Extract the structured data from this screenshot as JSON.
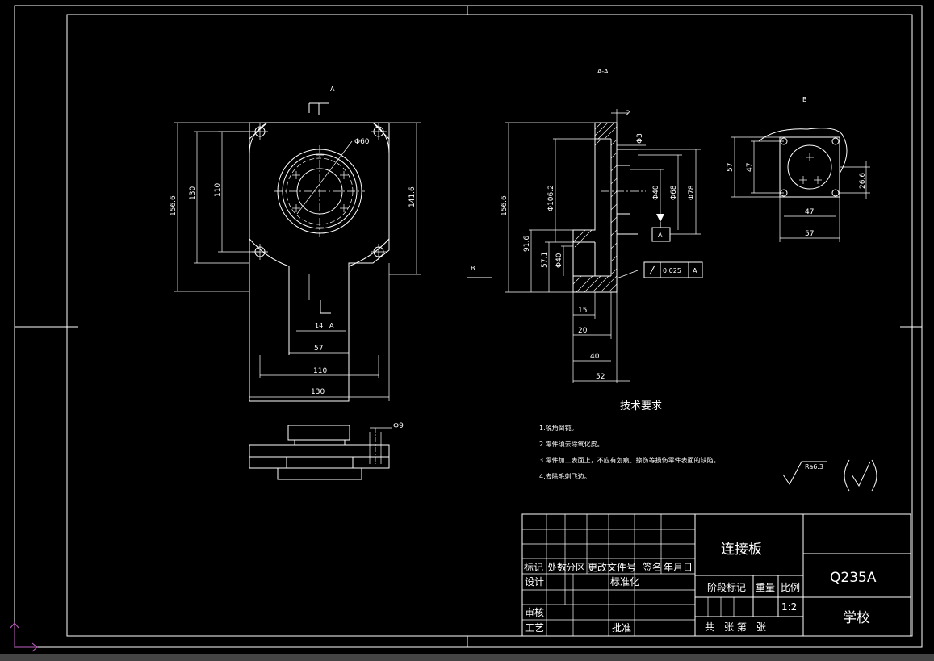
{
  "labels": {
    "section_mark_top": "A",
    "section_view_title": "A-A",
    "view_b_title": "B",
    "section_mark_left": "B",
    "datum_a": "A",
    "datum_a_front": "A",
    "tolerance_value": "0.025",
    "tolerance_datum": "A"
  },
  "dims": {
    "d60_front": "Φ60",
    "h156": "156.6",
    "h130": "130",
    "h110": "110",
    "h1416": "141.6",
    "w14": "14",
    "w57": "57",
    "w110": "110",
    "w130": "130",
    "sec_2": "2",
    "sec_d3": "Φ3",
    "sec_156": "156.6",
    "sec_d106": "Φ106.2",
    "sec_d40": "Φ40",
    "sec_d68": "Φ68",
    "sec_d78": "Φ78",
    "sec_916": "91.6",
    "sec_571": "57.1",
    "sec_d40b": "Φ40",
    "sec_15": "15",
    "sec_20": "20",
    "sec_40": "40",
    "sec_52": "52",
    "b_57v": "57",
    "b_47v": "47",
    "b_266": "26.6",
    "b_47h": "47",
    "b_57h": "57",
    "side_d9": "Φ9"
  },
  "tech": {
    "title": "技术要求",
    "items": [
      "1.锐角倒钝。",
      "2.零件须去除氧化皮。",
      "3.零件加工表面上，不应有划痕、擦伤等损伤零件表面的缺陷。",
      "4.去除毛刺飞边。"
    ],
    "roughness": "Ra6.3"
  },
  "title_block": {
    "part_name": "连接板",
    "material": "Q235A",
    "school": "学校",
    "header_row": [
      "标记",
      "处数",
      "分区",
      "更改文件号",
      "签名",
      "年月日"
    ],
    "design": "设计",
    "standardize": "标准化",
    "review": "审核",
    "process": "工艺",
    "approve": "批准",
    "stage_mark": "阶段标记",
    "weight": "重量",
    "scale_label": "比例",
    "scale_value": "1:2",
    "sheets": "共　张 第　张"
  }
}
